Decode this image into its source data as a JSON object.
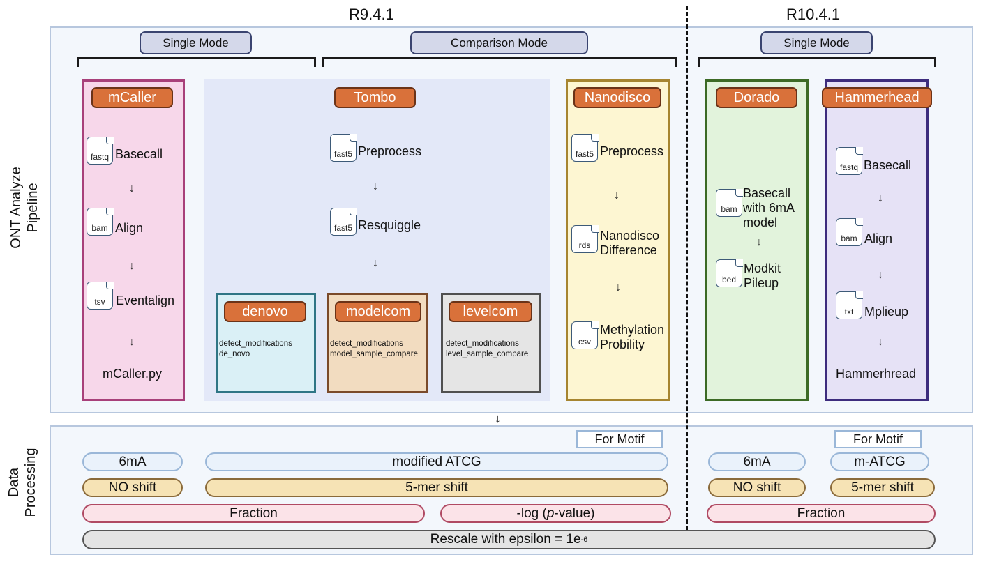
{
  "versions": {
    "left": "R9.4.1",
    "right": "R10.4.1"
  },
  "side_labels": {
    "pipeline": [
      "ONT Analyze",
      "Pipeline"
    ],
    "processing": [
      "Data",
      "Processing"
    ]
  },
  "modes": {
    "single_left": "Single Mode",
    "comparison": "Comparison Mode",
    "single_right": "Single Mode"
  },
  "tools": {
    "mcaller": {
      "name": "mCaller",
      "steps": [
        {
          "ext": "fastq",
          "label": "Basecall"
        },
        {
          "ext": "bam",
          "label": "Align"
        },
        {
          "ext": "tsv",
          "label": "Eventalign"
        }
      ],
      "final": "mCaller.py"
    },
    "tombo": {
      "name": "Tombo",
      "steps": [
        {
          "ext": "fast5",
          "label": "Preprocess"
        },
        {
          "ext": "fast5",
          "label": "Resquiggle"
        }
      ],
      "sub": [
        {
          "name": "denovo",
          "lines": [
            "detect_modifications",
            "de_novo"
          ]
        },
        {
          "name": "modelcom",
          "lines": [
            "detect_modifications",
            "model_sample_compare"
          ]
        },
        {
          "name": "levelcom",
          "lines": [
            "detect_modifications",
            "level_sample_compare"
          ]
        }
      ]
    },
    "nanodisco": {
      "name": "Nanodisco",
      "steps": [
        {
          "ext": "fast5",
          "label": "Preprocess"
        },
        {
          "ext": "rds",
          "label": "Nanodisco",
          "label2": "Difference"
        },
        {
          "ext": "csv",
          "label": "Methylation",
          "label2": "Probility"
        }
      ]
    },
    "dorado": {
      "name": "Dorado",
      "steps": [
        {
          "ext": "bam",
          "label": "Basecall",
          "label2": "with 6mA",
          "label3": "model"
        },
        {
          "ext": "bed",
          "label": "Modkit",
          "label2": "Pileup"
        }
      ]
    },
    "hammerhead": {
      "name": "Hammerhead",
      "steps": [
        {
          "ext": "fastq",
          "label": "Basecall"
        },
        {
          "ext": "bam",
          "label": "Align"
        },
        {
          "ext": "txt",
          "label": "Mplieup"
        }
      ],
      "final": "Hammerhread"
    }
  },
  "processing": {
    "for_motif": "For Motif",
    "left": {
      "row1": [
        "6mA",
        "modified ATCG"
      ],
      "row2": [
        "NO shift",
        "5-mer shift"
      ],
      "row3": [
        "Fraction",
        "-log (",
        "p",
        "-value)"
      ]
    },
    "right": {
      "row1": [
        "6mA",
        "m-ATCG"
      ],
      "row2": [
        "NO shift",
        "5-mer shift"
      ],
      "row3": [
        "Fraction"
      ]
    },
    "rescale": {
      "text": "Rescale with epsilon = 1e",
      "exp": "-6"
    }
  },
  "colors": {
    "mcaller_fill": "#f7d7ea",
    "mcaller_border": "#a8407a",
    "tombo_fill": "#e3e8f8",
    "denovo_fill": "#daf0f6",
    "denovo_border": "#2f7585",
    "modelcom_fill": "#f2dcc0",
    "modelcom_border": "#7a4a2a",
    "levelcom_fill": "#e5e5e5",
    "levelcom_border": "#505050",
    "nanodisco_fill": "#fdf6d2",
    "nanodisco_border": "#a68530",
    "dorado_fill": "#e2f3dc",
    "dorado_border": "#3c6a25",
    "hammerhead_fill": "#e6e2f6",
    "hammerhead_border": "#3d2c7d",
    "tag_fill": "#d9713a"
  }
}
